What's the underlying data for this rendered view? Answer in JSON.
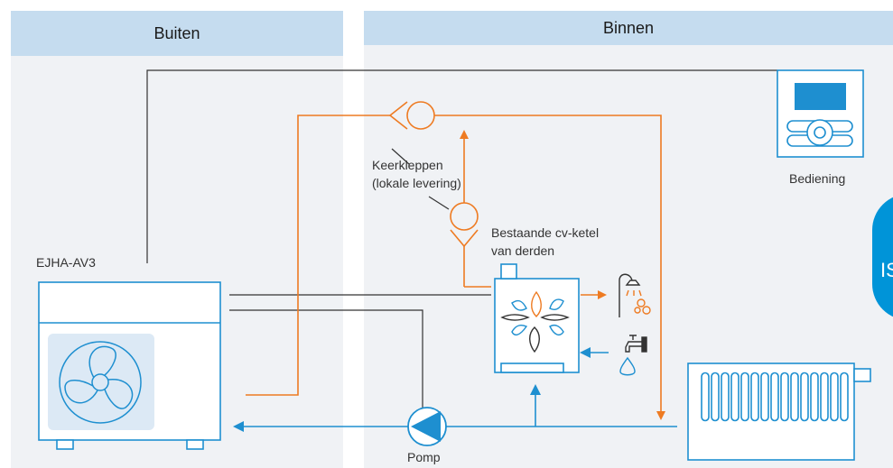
{
  "zones": {
    "outside_label": "Buiten",
    "inside_label": "Binnen"
  },
  "labels": {
    "unit": "EJHA-AV3",
    "check_valves_line1": "Keerkleppen",
    "check_valves_line2": "(lokale levering)",
    "boiler_line1": "Bestaande cv-ketel",
    "boiler_line2": "van derden",
    "controller": "Bediening",
    "pump": "Pomp",
    "edge_badge": "IS"
  },
  "colors": {
    "orange_pipe": "#ee7b22",
    "blue_pipe": "#1e8fd0",
    "dark_line": "#333333",
    "outline_blue": "#1e8fd0",
    "zone_bg": "#f0f2f5",
    "zone_header": "#c5dcef"
  },
  "icons": [
    "fan-icon",
    "check-valve-icon",
    "flame-icon",
    "shower-icon",
    "tap-icon",
    "water-drop-icon",
    "pump-icon",
    "radiator-icon",
    "controller-icon"
  ]
}
